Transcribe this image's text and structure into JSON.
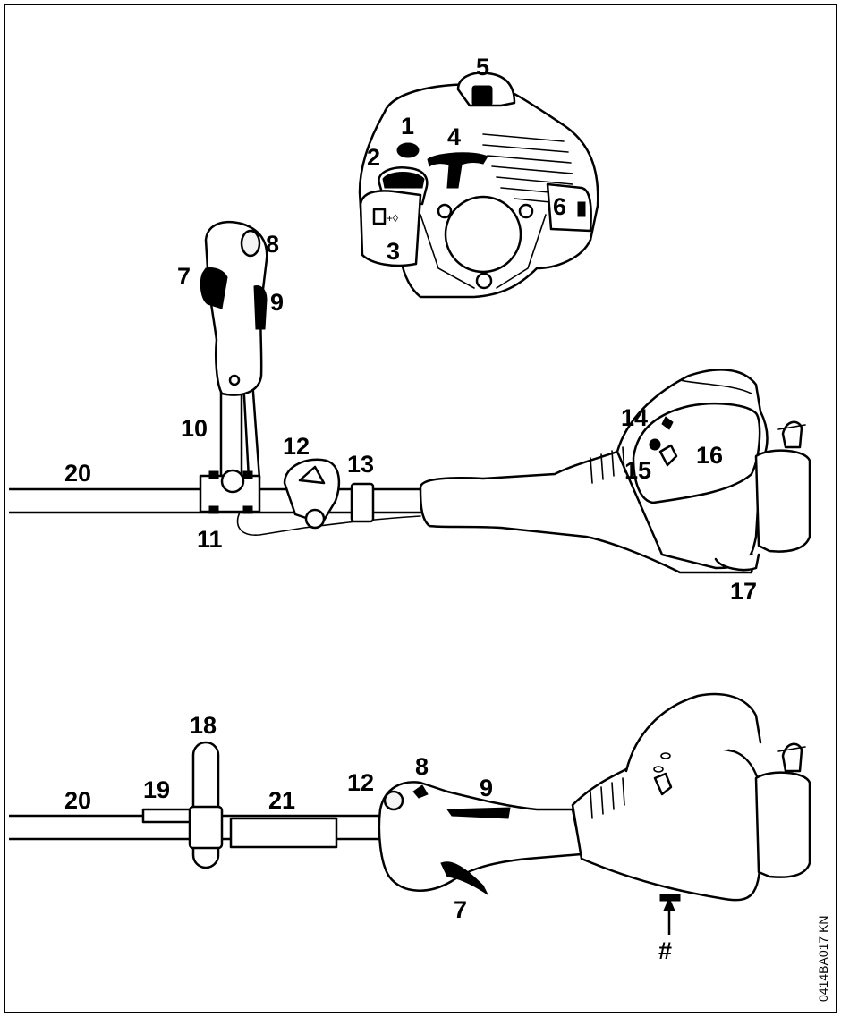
{
  "callouts": {
    "c1": "1",
    "c2": "2",
    "c3": "3",
    "c4": "4",
    "c5": "5",
    "c6": "6",
    "c7a": "7",
    "c8a": "8",
    "c9a": "9",
    "c10": "10",
    "c11": "11",
    "c12a": "12",
    "c13": "13",
    "c14": "14",
    "c15": "15",
    "c16": "16",
    "c17": "17",
    "c20a": "20",
    "c18": "18",
    "c19": "19",
    "c20b": "20",
    "c21": "21",
    "c12b": "12",
    "c8b": "8",
    "c9b": "9",
    "c7b": "7",
    "hash": "#"
  },
  "figure_code": "0414BA017 KN"
}
